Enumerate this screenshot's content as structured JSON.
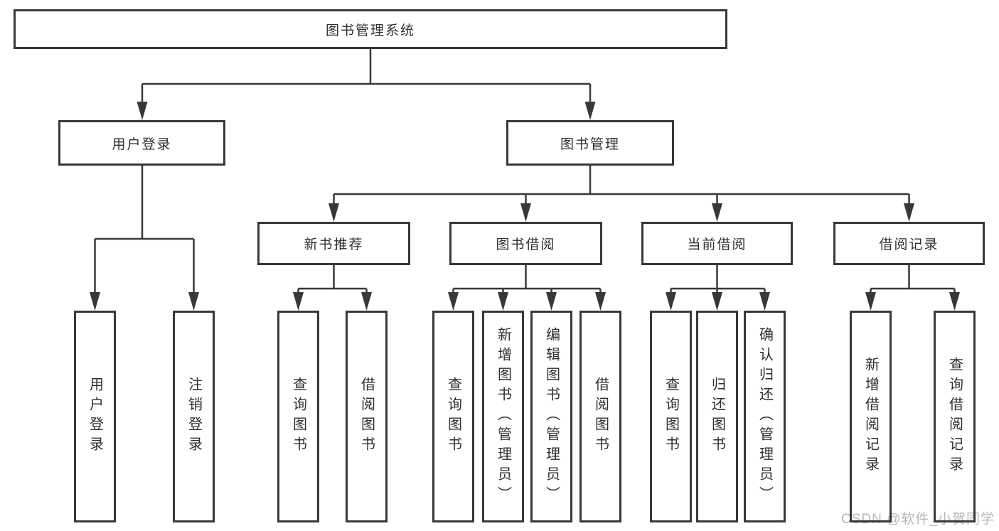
{
  "diagram": {
    "type": "hierarchy-tree",
    "colors": {
      "line": "#383838",
      "box_border": "#383838",
      "text": "#2f2f2f",
      "watermark": "#b7b7b7",
      "background": "#ffffff"
    },
    "tree": {
      "root": {
        "label": "图书管理系统"
      },
      "branches": [
        {
          "label": "用户登录",
          "children": [
            {
              "label": "用户登录"
            },
            {
              "label": "注销登录"
            }
          ]
        },
        {
          "label": "图书管理",
          "sections": [
            {
              "label": "新书推荐",
              "children": [
                {
                  "label": "查询图书"
                },
                {
                  "label": "借阅图书"
                }
              ]
            },
            {
              "label": "图书借阅",
              "children": [
                {
                  "label": "查询图书"
                },
                {
                  "label": "新增图书（管理员）"
                },
                {
                  "label": "编辑图书（管理员）"
                },
                {
                  "label": "借阅图书"
                }
              ]
            },
            {
              "label": "当前借阅",
              "children": [
                {
                  "label": "查询图书"
                },
                {
                  "label": "归还图书"
                },
                {
                  "label": "确认归还（管理员）"
                }
              ]
            },
            {
              "label": "借阅记录",
              "children": [
                {
                  "label": "新增借阅记录"
                },
                {
                  "label": "查询借阅记录"
                }
              ]
            }
          ]
        }
      ]
    }
  },
  "watermark": {
    "text": "CSDN @软件_小贺同学"
  }
}
